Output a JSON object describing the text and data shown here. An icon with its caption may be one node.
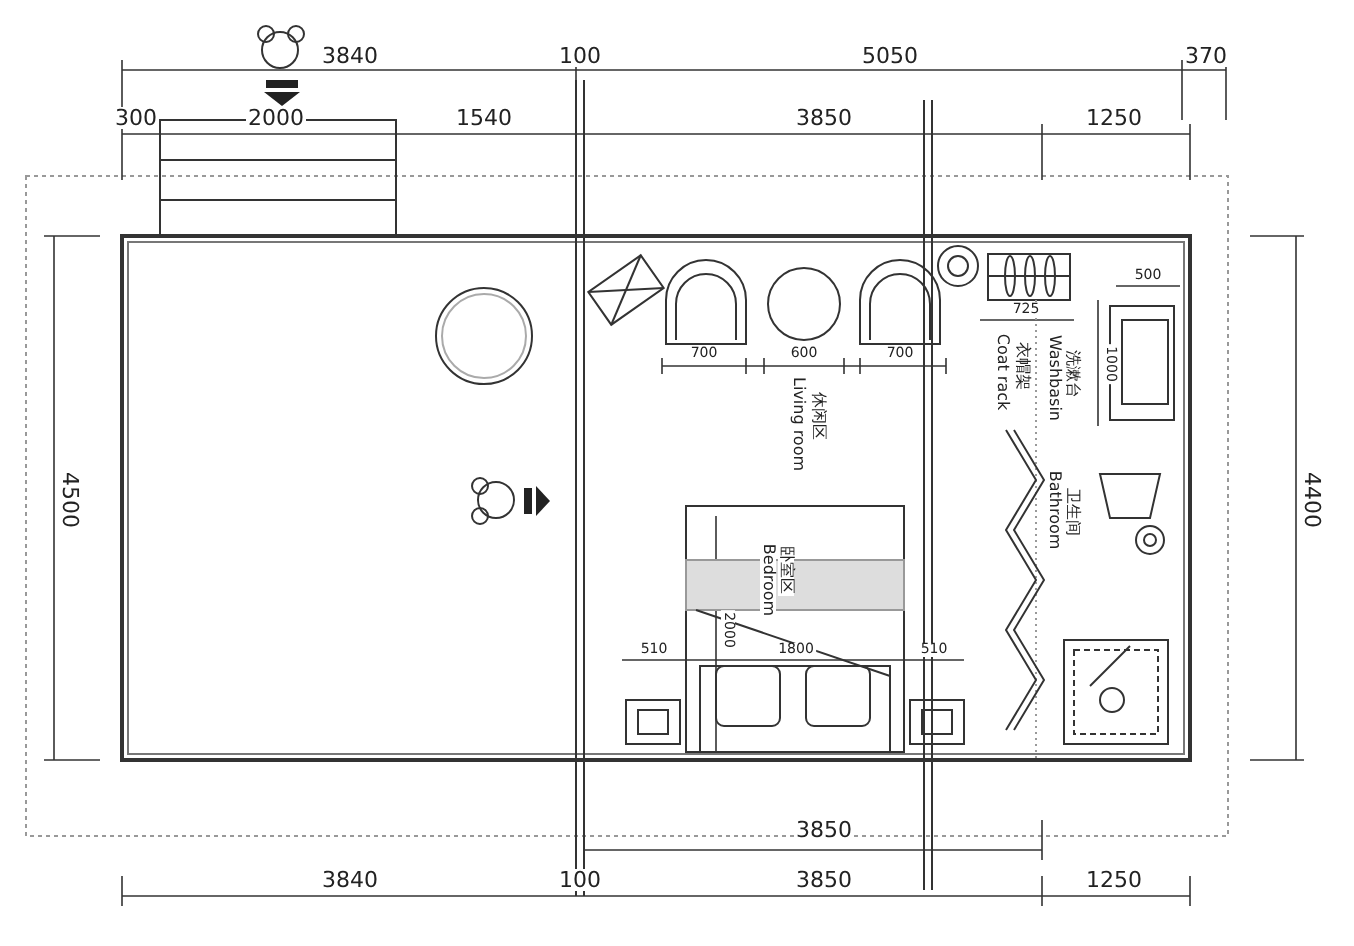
{
  "diagram": {
    "labels": [
      "3840",
      "100",
      "5050",
      "370",
      "300",
      "2000",
      "1540",
      "3850",
      "1250",
      "500",
      "725",
      "700",
      "600",
      "700",
      "1000",
      "4500",
      "4400",
      "休闲区",
      "Living room",
      "衣帽架",
      "Coat rack",
      "洗漱台",
      "Washbasin",
      "卫生间",
      "Bathroom",
      "卧室区",
      "Bedroom",
      "2000",
      "510",
      "1800",
      "510",
      "3850",
      "3840",
      "100",
      "3850",
      "1250"
    ]
  }
}
